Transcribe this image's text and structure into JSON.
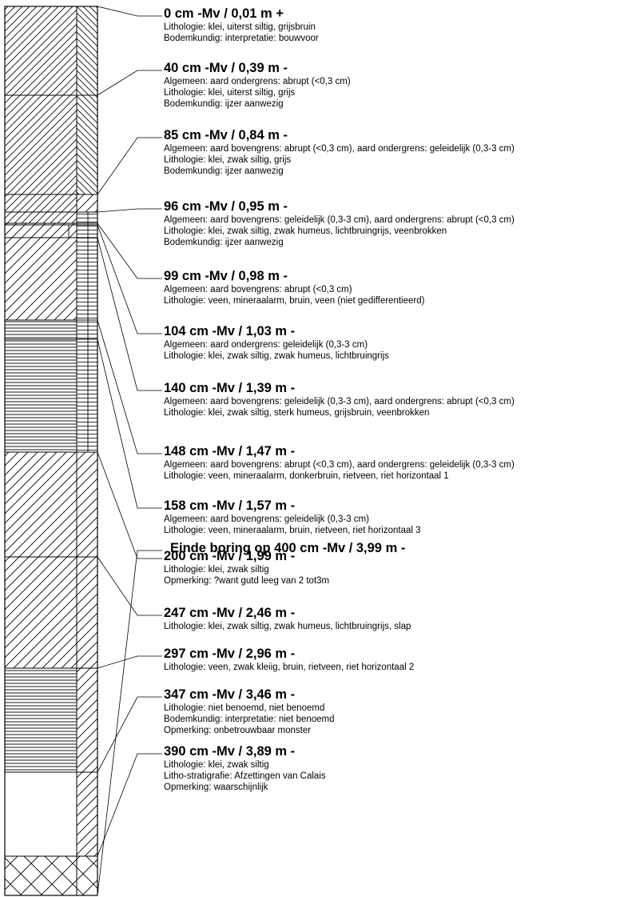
{
  "boring": {
    "layers": [
      {
        "depth_label": "0 cm -Mv / 0,01 m +",
        "details": [
          "Lithologie: klei, uiterst siltig, grijsbruin",
          "Bodemkundig: interpretatie: bouwvoor"
        ],
        "top_cm": 0,
        "bottom_cm": 40,
        "main": "hatch-dense",
        "side": "back"
      },
      {
        "depth_label": "40 cm -Mv / 0,39 m -",
        "details": [
          "Algemeen: aard ondergrens: abrupt (<0,3 cm)",
          "Lithologie: klei, uiterst siltig, grijs",
          "Bodemkundig: ijzer aanwezig"
        ],
        "top_cm": 40,
        "bottom_cm": 85,
        "main": "hatch-dense",
        "side": "back"
      },
      {
        "depth_label": "85 cm -Mv / 0,84 m -",
        "details": [
          "Algemeen: aard bovengrens: abrupt (<0,3 cm), aard ondergrens: geleidelijk (0,3-3 cm)",
          "Lithologie: klei, zwak siltig, grijs",
          "Bodemkundig: ijzer aanwezig"
        ],
        "top_cm": 85,
        "bottom_cm": 96,
        "main": "hatch-dense",
        "side": "hatch"
      },
      {
        "depth_label": "96 cm -Mv / 0,95 m -",
        "details": [
          "Algemeen: aard bovengrens: geleidelijk (0,3-3 cm), aard ondergrens: abrupt (<0,3 cm)",
          "Lithologie: klei, zwak siltig, zwak humeus, lichtbruingrijs, veenbrokken",
          "Bodemkundig: ijzer aanwezig"
        ],
        "top_cm": 96,
        "bottom_cm": 99,
        "main": "hatch-dense",
        "side": "ladder"
      },
      {
        "depth_label": "99 cm -Mv / 0,98 m -",
        "details": [
          "Algemeen: aard bovengrens: abrupt (<0,3 cm)",
          "Lithologie: veen, mineraalarm, bruin, veen (niet gedifferentieerd)"
        ],
        "top_cm": 99,
        "bottom_cm": 104,
        "main": "hatch",
        "side": "ladder"
      },
      {
        "depth_label": "104 cm -Mv / 1,03 m -",
        "details": [
          "Algemeen: aard ondergrens: geleidelijk (0,3-3 cm)",
          "Lithologie: klei, zwak siltig, zwak humeus, lichtbruingrijs"
        ],
        "top_cm": 104,
        "bottom_cm": 140,
        "main": "hatch",
        "side": "ladder"
      },
      {
        "depth_label": "140 cm -Mv / 1,39 m -",
        "details": [
          "Algemeen: aard bovengrens: geleidelijk (0,3-3 cm), aard ondergrens: abrupt (<0,3 cm)",
          "Lithologie: klei, zwak siltig, sterk humeus, grijsbruin, veenbrokken"
        ],
        "top_cm": 140,
        "bottom_cm": 148,
        "main": "hatch",
        "side": "ladder"
      },
      {
        "depth_label": "148 cm -Mv / 1,47 m -",
        "details": [
          "Algemeen: aard bovengrens: abrupt (<0,3 cm), aard ondergrens: geleidelijk (0,3-3 cm)",
          "Lithologie: veen, mineraalarm, donkerbruin, rietveen, riet horizontaal 1"
        ],
        "top_cm": 148,
        "bottom_cm": 158,
        "main": "horizontal",
        "side": "ladder"
      },
      {
        "depth_label": "158 cm -Mv / 1,57 m -",
        "details": [
          "Algemeen: aard bovengrens: geleidelijk (0,3-3 cm)",
          "Lithologie: veen, mineraalarm, bruin, rietveen, riet horizontaal 3"
        ],
        "top_cm": 158,
        "bottom_cm": 200,
        "main": "horizontal",
        "side": "ladder"
      },
      {
        "depth_label": "200 cm -Mv / 1,99 m -",
        "details": [
          "Lithologie: klei, zwak siltig",
          "Opmerking: ?want gutd leeg van 2 tot3m"
        ],
        "top_cm": 200,
        "bottom_cm": 247,
        "main": "hatch",
        "side": "hatch"
      },
      {
        "depth_label": "247 cm -Mv / 2,46 m -",
        "details": [
          "Lithologie: klei, zwak siltig, zwak humeus, lichtbruingrijs, slap"
        ],
        "top_cm": 247,
        "bottom_cm": 297,
        "main": "hatch",
        "side": "hatch"
      },
      {
        "depth_label": "297 cm -Mv / 2,96 m -",
        "details": [
          "Lithologie: veen, zwak kleiig, bruin, rietveen, riet horizontaal 2"
        ],
        "top_cm": 297,
        "bottom_cm": 347,
        "main": "horizontal",
        "side": "hatch"
      },
      {
        "depth_label": "347 cm -Mv / 3,46 m -",
        "details": [
          "Lithologie: niet benoemd, niet benoemd",
          "Bodemkundig: interpretatie: niet benoemd",
          "Opmerking: onbetrouwbaar monster"
        ],
        "top_cm": 347,
        "bottom_cm": 390,
        "main": "blank",
        "side": "hatch"
      },
      {
        "depth_label": "390 cm -Mv / 3,89 m -",
        "details": [
          "Lithologie: klei, zwak siltig",
          "Litho-stratigrafie: Afzettingen van Calais",
          "Opmerking: waarschijnlijk"
        ],
        "top_cm": 390,
        "bottom_cm": 400,
        "main": "cross",
        "side": "cross"
      }
    ],
    "end_label": "Einde boring op 400 cm -Mv / 3,99 m -"
  }
}
